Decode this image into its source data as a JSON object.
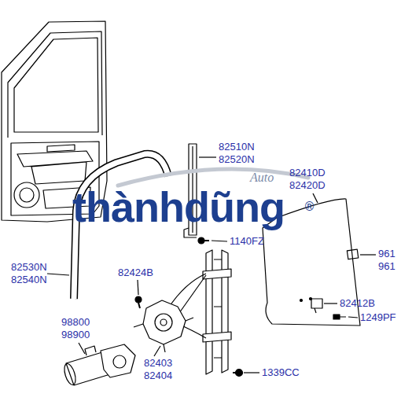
{
  "diagram": {
    "labels": [
      "82510N",
      "82520N",
      "Auto",
      "82410D",
      "82420D",
      "thànhdũng",
      "®",
      "1140FZ",
      "82530N",
      "82540N",
      "82424B",
      "961",
      "961",
      "82412B",
      "1249PF",
      "98800",
      "98900",
      "82403",
      "82404",
      "1339CC"
    ]
  }
}
